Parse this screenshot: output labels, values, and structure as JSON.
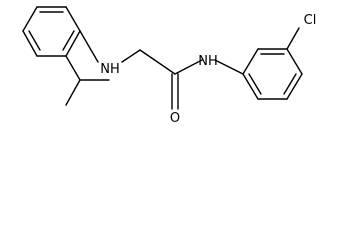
{
  "molecule": {
    "atom_labels": {
      "amine_nh": "NH",
      "amide_nh": "NH",
      "carbonyl_o": "O",
      "chloro": "Cl"
    },
    "colors": {
      "bond": "#000000",
      "text": "#000000",
      "background": "#ffffff"
    }
  }
}
